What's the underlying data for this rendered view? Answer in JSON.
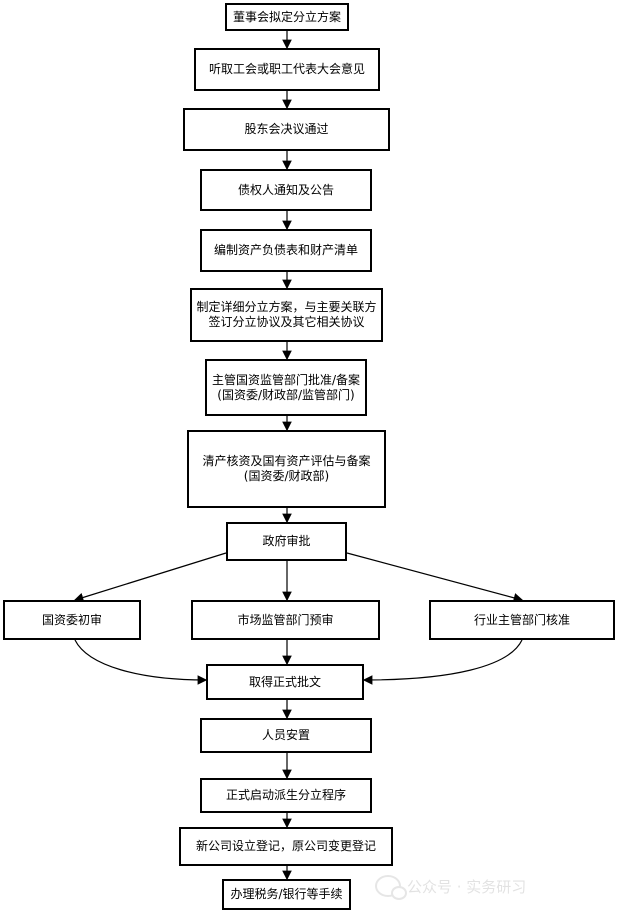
{
  "diagram": {
    "nodes": {
      "n1": {
        "lines": [
          "董事会拟定分立方案"
        ]
      },
      "n2": {
        "lines": [
          "听取工会或职工代表大会意见"
        ]
      },
      "n3": {
        "lines": [
          "股东会决议通过"
        ]
      },
      "n4": {
        "lines": [
          "债权人通知及公告"
        ]
      },
      "n5": {
        "lines": [
          "编制资产负债表和财产清单"
        ]
      },
      "n6": {
        "lines": [
          "制定详细分立方案，与主要关联方",
          "签订分立协议及其它相关协议"
        ]
      },
      "n7": {
        "lines": [
          "主管国资监管部门批准/备案",
          "(国资委/财政部/监管部门)"
        ]
      },
      "n8": {
        "lines": [
          "清产核资及国有资产评估与备案",
          "(国资委/财政部)"
        ]
      },
      "n9": {
        "lines": [
          "政府审批"
        ]
      },
      "n10": {
        "lines": [
          "国资委初审"
        ]
      },
      "n11": {
        "lines": [
          "市场监管部门预审"
        ]
      },
      "n12": {
        "lines": [
          "行业主管部门核准"
        ]
      },
      "n13": {
        "lines": [
          "取得正式批文"
        ]
      },
      "n14": {
        "lines": [
          "人员安置"
        ]
      },
      "n15": {
        "lines": [
          "正式启动派生分立程序"
        ]
      },
      "n16": {
        "lines": [
          "新公司设立登记，原公司变更登记"
        ]
      },
      "n17": {
        "lines": [
          "办理税务/银行等手续"
        ]
      }
    }
  },
  "watermark": {
    "text": "公众号 · 实务研习"
  }
}
